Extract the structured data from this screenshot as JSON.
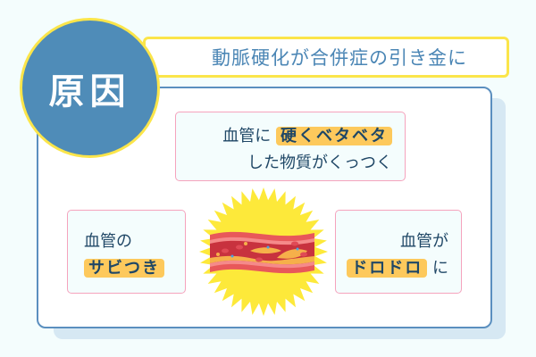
{
  "badge": {
    "label": "原因"
  },
  "title": {
    "text": "動脈硬化が合併症の引き金に"
  },
  "cards": {
    "top": {
      "line1_prefix": "血管に",
      "line1_highlight": "硬くベタベタ",
      "line2": "した物質がくっつく"
    },
    "left": {
      "line1": "血管の",
      "line2_highlight": "サビつき"
    },
    "right": {
      "line1": "血管が",
      "line2_highlight": "ドロドロ",
      "line2_suffix": "に"
    }
  },
  "illustration": {
    "subject": "clogged-blood-vessel-icon"
  },
  "colors": {
    "background": "#f4fdfd",
    "badge_fill": "#4f8cb8",
    "accent_yellow": "#fbe54a",
    "main_border": "#5b8fbf",
    "card_border": "#f5a3bd",
    "highlight": "#fdc95c",
    "text_dark": "#1f4766",
    "title_text": "#4b86b5"
  }
}
